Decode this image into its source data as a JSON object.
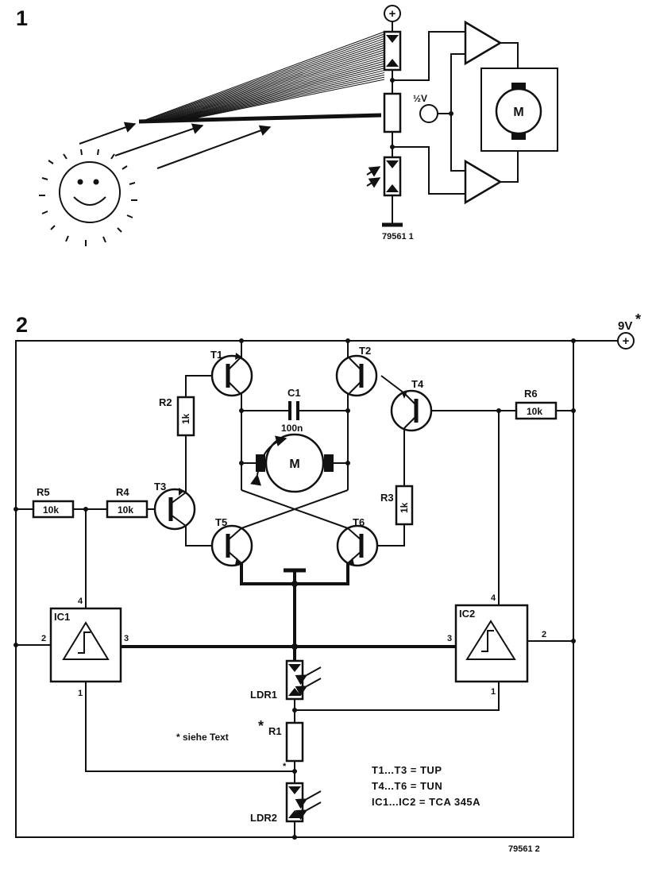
{
  "fig1": {
    "number": "1",
    "half_voltage": "½V",
    "motor": "M",
    "plus": "+",
    "code": "79561 1"
  },
  "fig2": {
    "number": "2",
    "supply": "9V",
    "supply_star": "*",
    "plus": "+",
    "components": {
      "T1": "T1",
      "T2": "T2",
      "T3": "T3",
      "T4": "T4",
      "T5": "T5",
      "T6": "T6",
      "C1": "C1",
      "C1_value": "100n",
      "R1": "R1",
      "R1_star": "*",
      "R2": "R2",
      "R2_value": "1k",
      "R3": "R3",
      "R3_value": "1k",
      "R4": "R4",
      "R4_value": "10k",
      "R5": "R5",
      "R5_value": "10k",
      "R6": "R6",
      "R6_value": "10k",
      "M": "M",
      "IC1": "IC1",
      "IC2": "IC2",
      "LDR1": "LDR1",
      "LDR2": "LDR2"
    },
    "pins": {
      "ic1_pin4": "4",
      "ic1_pin2": "2",
      "ic1_pin3": "3",
      "ic1_pin1": "1",
      "ic2_pin4": "4",
      "ic2_pin3": "3",
      "ic2_pin2": "2",
      "ic2_pin1": "1"
    },
    "note": "* siehe Text",
    "note_star": "*",
    "legend": [
      "T1...T3 = TUP",
      "T4...T6 = TUN",
      "IC1...IC2 = TCA 345A"
    ],
    "code": "79561 2"
  }
}
